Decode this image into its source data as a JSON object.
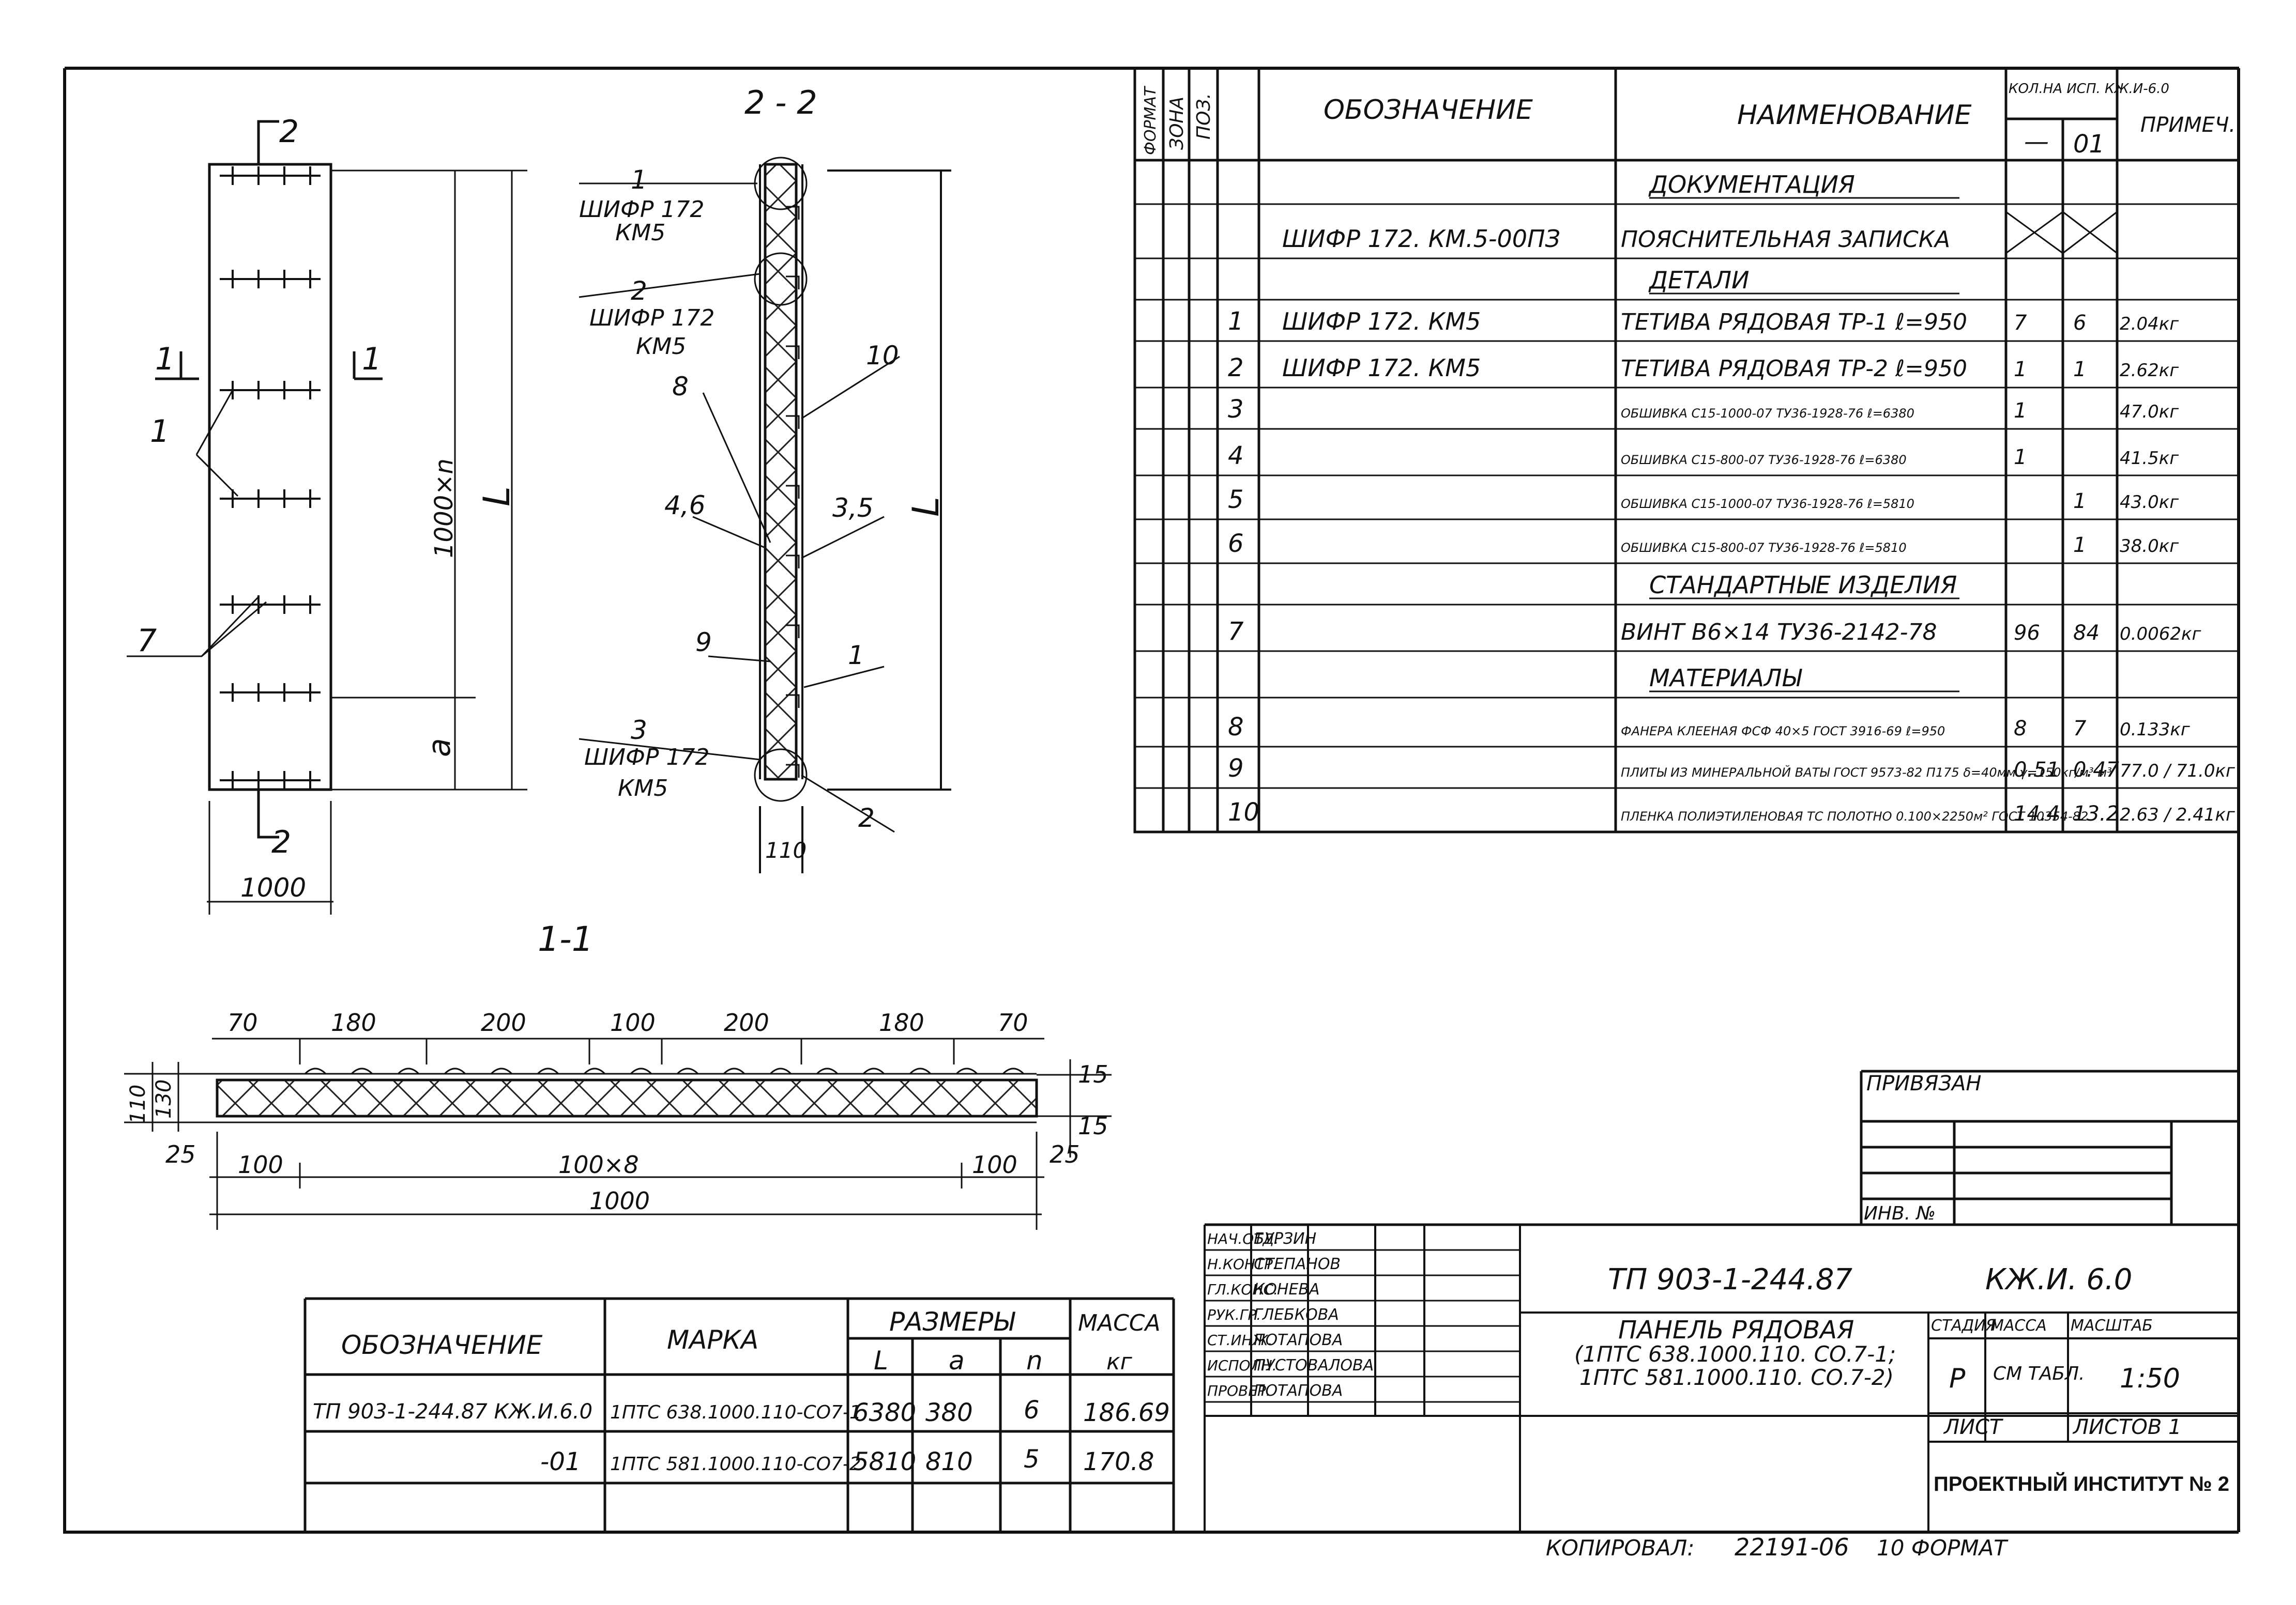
{
  "spec": {
    "headers": {
      "format": "ФОРМАТ",
      "zone": "ЗОНА",
      "pos": "ПОЗ.",
      "designation": "ОБОЗНАЧЕНИЕ",
      "name": "НАИМЕНОВАНИЕ",
      "qty": "КОЛ.НА ИСП. КЖ.И-6.0",
      "qty_a": "—",
      "qty_b": "01",
      "note": "ПРИМЕЧ."
    },
    "rows": [
      {
        "pos": "",
        "des": "",
        "name": "ДОКУМЕНТАЦИЯ",
        "a": "",
        "b": "",
        "note": "",
        "section": true
      },
      {
        "pos": "",
        "des": "ШИФР 172. КМ.5-00ПЗ",
        "name": "ПОЯСНИТЕЛЬНАЯ ЗАПИСКА",
        "a": "",
        "b": "",
        "note": "",
        "crossed": true
      },
      {
        "pos": "",
        "des": "",
        "name": "ДЕТАЛИ",
        "a": "",
        "b": "",
        "note": "",
        "section": true
      },
      {
        "pos": "1",
        "des": "ШИФР 172. КМ5",
        "name": "ТЕТИВА РЯДОВАЯ ТР-1 ℓ=950",
        "a": "7",
        "b": "6",
        "note": "2.04кг"
      },
      {
        "pos": "2",
        "des": "ШИФР 172. КМ5",
        "name": "ТЕТИВА РЯДОВАЯ ТР-2 ℓ=950",
        "a": "1",
        "b": "1",
        "note": "2.62кг"
      },
      {
        "pos": "3",
        "des": "",
        "name": "ОБШИВКА С15-1000-07 ТУ36-1928-76 ℓ=6380",
        "a": "1",
        "b": "",
        "note": "47.0кг"
      },
      {
        "pos": "4",
        "des": "",
        "name": "ОБШИВКА С15-800-07 ТУ36-1928-76 ℓ=6380",
        "a": "1",
        "b": "",
        "note": "41.5кг"
      },
      {
        "pos": "5",
        "des": "",
        "name": "ОБШИВКА С15-1000-07 ТУ36-1928-76 ℓ=5810",
        "a": "",
        "b": "1",
        "note": "43.0кг"
      },
      {
        "pos": "6",
        "des": "",
        "name": "ОБШИВКА С15-800-07 ТУ36-1928-76 ℓ=5810",
        "a": "",
        "b": "1",
        "note": "38.0кг"
      },
      {
        "pos": "",
        "des": "",
        "name": "СТАНДАРТНЫЕ ИЗДЕЛИЯ",
        "a": "",
        "b": "",
        "note": "",
        "section": true
      },
      {
        "pos": "7",
        "des": "",
        "name": "ВИНТ В6×14 ТУ36-2142-78",
        "a": "96",
        "b": "84",
        "note": "0.0062кг"
      },
      {
        "pos": "",
        "des": "",
        "name": "МАТЕРИАЛЫ",
        "a": "",
        "b": "",
        "note": "",
        "section": true
      },
      {
        "pos": "8",
        "des": "",
        "name": "ФАНЕРА КЛЕЕНАЯ ФСФ 40×5 ГОСТ 3916-69 ℓ=950",
        "a": "8",
        "b": "7",
        "note": "0.133кг"
      },
      {
        "pos": "9",
        "des": "",
        "name": "ПЛИТЫ ИЗ МИНЕРАЛЬНОЙ ВАТЫ ГОСТ 9573-82 П175 δ=40мм γ=150кг/м³ м³",
        "a": "0.51",
        "b": "0.47",
        "note": "77.0 / 71.0кг"
      },
      {
        "pos": "10",
        "des": "",
        "name": "ПЛЕНКА ПОЛИЭТИЛЕНОВАЯ ТС ПОЛОТНО 0.100×2250м² ГОСТ 10354-82",
        "a": "14.4",
        "b": "13.2",
        "note": "2.63 / 2.41кг"
      }
    ]
  },
  "marks": {
    "headers": {
      "designation": "ОБОЗНАЧЕНИЕ",
      "mark": "МАРКА",
      "dims": "РАЗМЕРЫ",
      "l": "L",
      "a": "a",
      "n": "n",
      "mass": "МАССА",
      "mass_unit": "кг"
    },
    "rows": [
      {
        "designation": "ТП 903-1-244.87 КЖ.И.6.0",
        "mark": "1ПТС 638.1000.110-СО7-1",
        "l": "6380",
        "a": "380",
        "n": "6",
        "mass": "186.69"
      },
      {
        "designation": "-01",
        "mark": "1ПТС 581.1000.110-СО7-2",
        "l": "5810",
        "a": "810",
        "n": "5",
        "mass": "170.8"
      }
    ]
  },
  "views": {
    "section_22": "2 - 2",
    "section_11": "1-1",
    "cut_mark_2": "2",
    "cut_mark_1": "1",
    "dim_1000L": "1000×n",
    "dim_L": "L",
    "dim_a": "a",
    "dim_1000": "1000",
    "dim_110": "110",
    "pos_1": "1",
    "pos_7": "7",
    "callout_1": "1",
    "callout_2": "2",
    "callout_3": "3",
    "callout_8": "8",
    "callout_10": "10",
    "callout_46": "4,6",
    "callout_35": "3,5",
    "callout_9": "9",
    "callout_1b": "1",
    "callout_2b": "2",
    "shifr": "ШИФР 172",
    "km5": "КМ5",
    "shifr_km5": "ШИФР 172 КМ5",
    "sec_top": [
      "70",
      "180",
      "200",
      "100",
      "200",
      "180",
      "70"
    ],
    "sec_110": "110",
    "sec_130": "130",
    "sec_15a": "15",
    "sec_15b": "15",
    "sec_25a": "25",
    "sec_25b": "25",
    "sec_100a": "100",
    "sec_100x8": "100×8",
    "sec_100b": "100",
    "sec_1000": "1000"
  },
  "title_block": {
    "bound": "ПРИВЯЗАН",
    "inv": "ИНВ. №",
    "roles": [
      {
        "role": "НАЧ.ОТД.",
        "name": "БУРЗИН"
      },
      {
        "role": "Н.КОНТР.",
        "name": "СТЕПАНОВ"
      },
      {
        "role": "ГЛ.КОНС.",
        "name": "КОНЕВА"
      },
      {
        "role": "РУК.ГР.",
        "name": "ГЛЕБКОВА"
      },
      {
        "role": "СТ.ИНЖ.",
        "name": "ПОТАПОВА"
      },
      {
        "role": "ИСПОЛН.",
        "name": "ПУСТОВАЛОВА"
      },
      {
        "role": "ПРОВЕР.",
        "name": "ПОТАПОВА"
      }
    ],
    "project": "ТП 903-1-244.87",
    "sheet_code": "КЖ.И. 6.0",
    "title_1": "ПАНЕЛЬ РЯДОВАЯ",
    "title_2": "(1ПТС 638.1000.110. СО.7-1;",
    "title_3": "1ПТС 581.1000.110. СО.7-2)",
    "stage_h": "СТАДИЯ",
    "mass_h": "МАССА",
    "scale_h": "МАСШТАБ",
    "stage": "Р",
    "mass": "СМ ТАБЛ.",
    "scale": "1:50",
    "sheet": "ЛИСТ",
    "sheets": "ЛИСТОВ 1",
    "org": "ПРОЕКТНЫЙ ИНСТИТУТ № 2"
  },
  "footer": {
    "copied": "КОПИРОВАЛ:",
    "number": "22191-06",
    "format": "10 ФОРМАТ"
  }
}
